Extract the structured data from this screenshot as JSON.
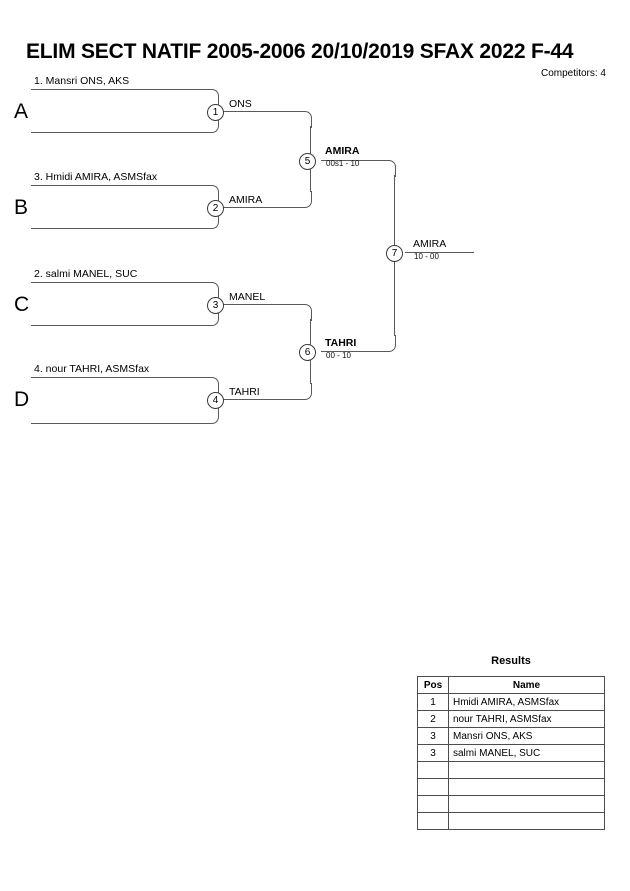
{
  "header": {
    "title": "ELIM SECT NATIF 2005-2006  20/10/2019  SFAX   2022 F-44",
    "competitors": "Competitors: 4"
  },
  "bracket": {
    "groups": [
      {
        "letter": "A",
        "seed_label": "1. Mansri ONS, AKS"
      },
      {
        "letter": "B",
        "seed_label": "3. Hmidi AMIRA, ASMSfax"
      },
      {
        "letter": "C",
        "seed_label": "2. salmi MANEL, SUC"
      },
      {
        "letter": "D",
        "seed_label": "4. nour TAHRI, ASMSfax"
      }
    ],
    "matches": [
      {
        "number": "1",
        "winner": "ONS",
        "score": ""
      },
      {
        "number": "2",
        "winner": "AMIRA",
        "score": ""
      },
      {
        "number": "3",
        "winner": "MANEL",
        "score": ""
      },
      {
        "number": "4",
        "winner": "TAHRI",
        "score": ""
      },
      {
        "number": "5",
        "winner": "AMIRA",
        "score": "00s1 - 10"
      },
      {
        "number": "6",
        "winner": "TAHRI",
        "score": "00 - 10"
      },
      {
        "number": "7",
        "winner": "AMIRA",
        "score": "10 - 00"
      }
    ]
  },
  "results": {
    "title": "Results",
    "columns": [
      "Pos",
      "Name"
    ],
    "rows": [
      {
        "pos": "1",
        "name": "Hmidi AMIRA, ASMSfax"
      },
      {
        "pos": "2",
        "name": "nour TAHRI, ASMSfax"
      },
      {
        "pos": "3",
        "name": "Mansri ONS, AKS"
      },
      {
        "pos": "3",
        "name": "salmi MANEL, SUC"
      },
      {
        "pos": "",
        "name": ""
      },
      {
        "pos": "",
        "name": ""
      },
      {
        "pos": "",
        "name": ""
      },
      {
        "pos": "",
        "name": ""
      }
    ]
  }
}
